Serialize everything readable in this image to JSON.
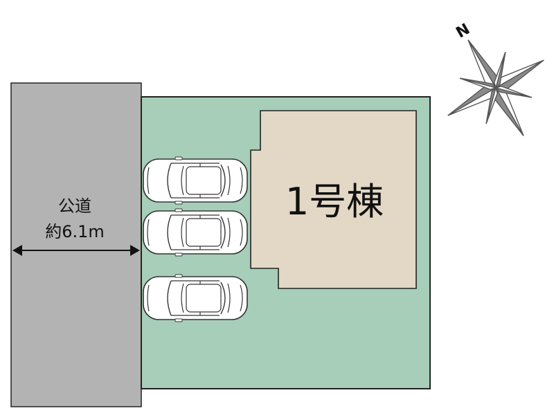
{
  "road": {
    "line1": "公道",
    "line2": "約6.1m"
  },
  "building": {
    "label": "1号棟"
  },
  "compass": {
    "north_label": "N",
    "icon": "compass-rose-icon"
  },
  "parking": {
    "car_count": 3,
    "icon": "car-icon"
  },
  "colors": {
    "road": "#b3b3b3",
    "lot": "#a7ceb8",
    "building": "#e2d8c5",
    "line": "#222222",
    "compass": "#6b6b6b"
  }
}
